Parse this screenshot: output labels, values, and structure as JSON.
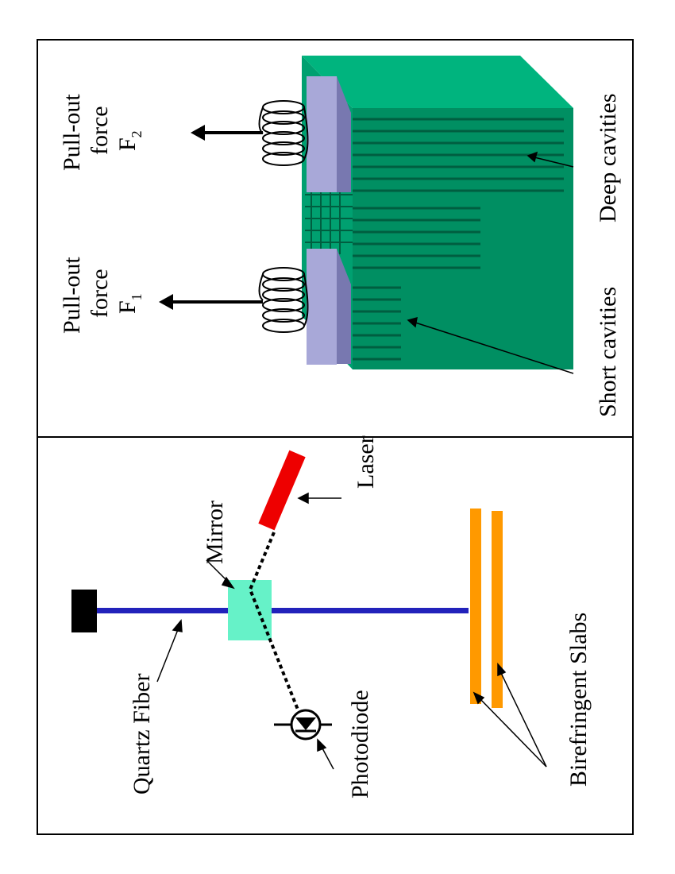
{
  "labels": {
    "quartz_fiber": "Quartz Fiber",
    "mirror": "Mirror",
    "laser": "Laser",
    "photodiode": "Photodiode",
    "birefringent_slabs": "Birefringent Slabs",
    "pull_out_1_line1": "Pull-out",
    "pull_out_1_line2": "force",
    "pull_out_1_sym": "F",
    "pull_out_1_sub": "1",
    "pull_out_2_line1": "Pull-out",
    "pull_out_2_line2": "force",
    "pull_out_2_sym": "F",
    "pull_out_2_sub": "2",
    "short_cavities": "Short cavities",
    "deep_cavities": "Deep cavities"
  },
  "colors": {
    "fiber": "#2222bb",
    "mount": "#000000",
    "mirror": "#66f2c8",
    "laser": "#ee0000",
    "slab": "#ff9900",
    "block_front": "#00a070",
    "block_top": "#00b47e",
    "block_side": "#008f62",
    "piston": "#a8a8d8",
    "piston_dark": "#7878b0"
  }
}
